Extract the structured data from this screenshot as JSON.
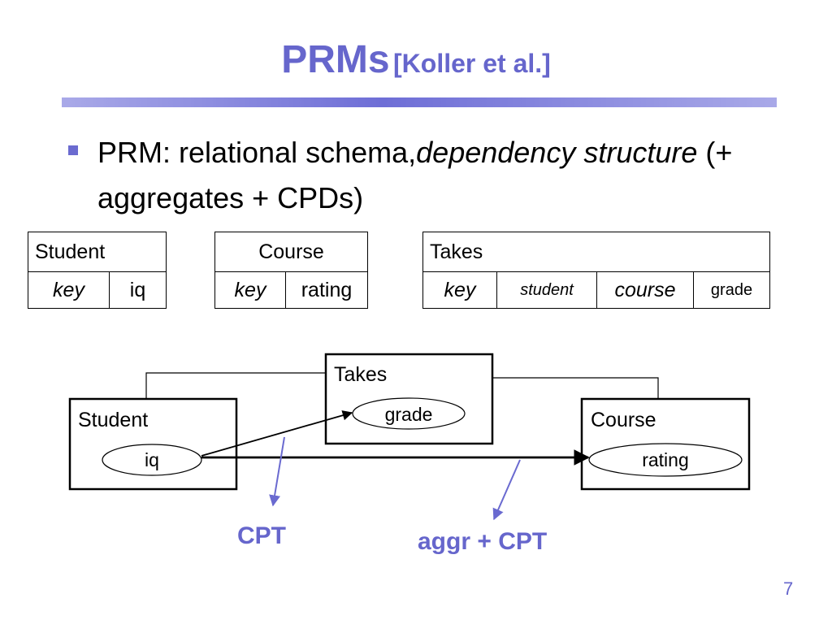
{
  "title": {
    "main": "PRMs",
    "sub": "[Koller et al.]"
  },
  "bullet": {
    "part1": "PRM: relational schema,",
    "part2_italic": "dependency structure",
    "part3": " (+ aggregates + CPDs)"
  },
  "schema_tables": {
    "student": {
      "name": "Student",
      "attrs": [
        "key",
        "iq"
      ]
    },
    "course": {
      "name": "Course",
      "attrs": [
        "key",
        "rating"
      ]
    },
    "takes": {
      "name": "Takes",
      "attrs": [
        "key",
        "student",
        "course",
        "grade"
      ]
    }
  },
  "diagram": {
    "student": {
      "name": "Student",
      "attr": "iq"
    },
    "takes": {
      "name": "Takes",
      "attr": "grade"
    },
    "course": {
      "name": "Course",
      "attr": "rating"
    }
  },
  "labels": {
    "cpt": "CPT",
    "aggr_cpt": "aggr + CPT"
  },
  "slide_number": "7",
  "colors": {
    "accent": "#6666cc",
    "arrow_blue": "#6a6ad0"
  }
}
